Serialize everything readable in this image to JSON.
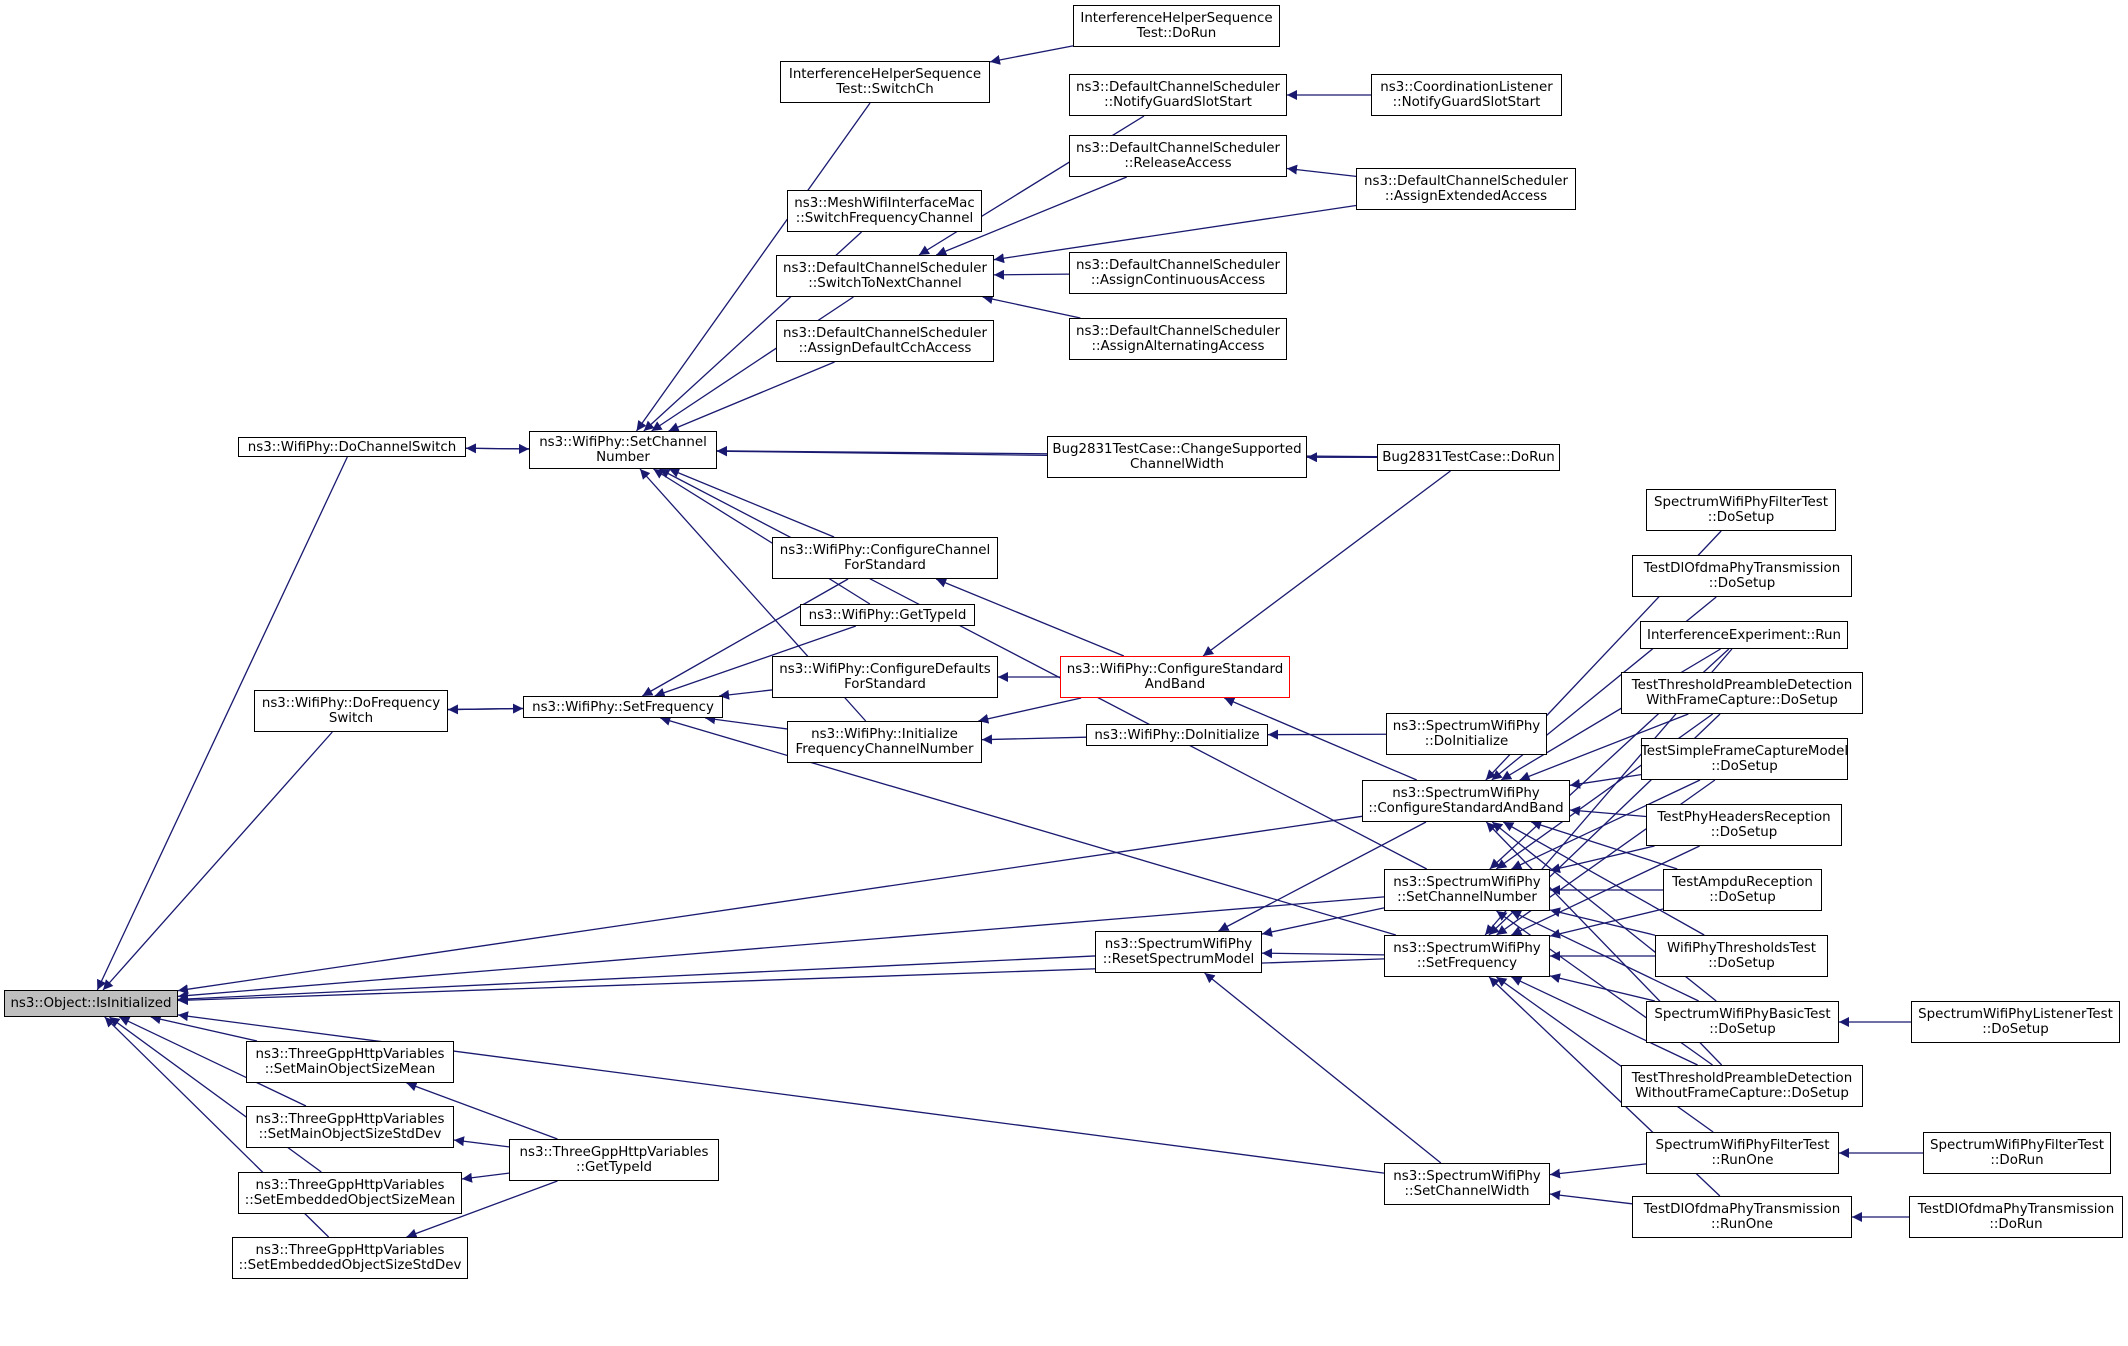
{
  "style": {
    "edge_color": "#191970",
    "root_fill": "#bfbfbf",
    "highlight_border": "#ff0000"
  },
  "nodes": [
    {
      "id": "n0",
      "lines": [
        "ns3::Object::IsInitialized"
      ],
      "kind": "root"
    },
    {
      "id": "n1",
      "lines": [
        "ns3::WifiPhy::DoChannelSwitch"
      ]
    },
    {
      "id": "n2",
      "lines": [
        "ns3::WifiPhy::DoFrequency",
        "Switch"
      ]
    },
    {
      "id": "n3",
      "lines": [
        "ns3::WifiPhy::SetChannel",
        "Number"
      ]
    },
    {
      "id": "n4",
      "lines": [
        "ns3::WifiPhy::SetFrequency"
      ]
    },
    {
      "id": "n5",
      "lines": [
        "InterferenceHelperSequence",
        "Test::SwitchCh"
      ]
    },
    {
      "id": "n6",
      "lines": [
        "InterferenceHelperSequence",
        "Test::DoRun"
      ]
    },
    {
      "id": "n7",
      "lines": [
        "ns3::MeshWifiInterfaceMac",
        "::SwitchFrequencyChannel"
      ]
    },
    {
      "id": "n8",
      "lines": [
        "ns3::DefaultChannelScheduler",
        "::SwitchToNextChannel"
      ]
    },
    {
      "id": "n9",
      "lines": [
        "ns3::DefaultChannelScheduler",
        "::AssignDefaultCchAccess"
      ]
    },
    {
      "id": "n10",
      "lines": [
        "ns3::DefaultChannelScheduler",
        "::NotifyGuardSlotStart"
      ]
    },
    {
      "id": "n11",
      "lines": [
        "ns3::CoordinationListener",
        "::NotifyGuardSlotStart"
      ]
    },
    {
      "id": "n12",
      "lines": [
        "ns3::DefaultChannelScheduler",
        "::ReleaseAccess"
      ]
    },
    {
      "id": "n13",
      "lines": [
        "ns3::DefaultChannelScheduler",
        "::AssignExtendedAccess"
      ]
    },
    {
      "id": "n14",
      "lines": [
        "ns3::DefaultChannelScheduler",
        "::AssignContinuousAccess"
      ]
    },
    {
      "id": "n15",
      "lines": [
        "ns3::DefaultChannelScheduler",
        "::AssignAlternatingAccess"
      ]
    },
    {
      "id": "n16",
      "lines": [
        "Bug2831TestCase::ChangeSupported",
        "ChannelWidth"
      ]
    },
    {
      "id": "n17",
      "lines": [
        "Bug2831TestCase::DoRun"
      ]
    },
    {
      "id": "n18",
      "lines": [
        "ns3::WifiPhy::ConfigureChannel",
        "ForStandard"
      ]
    },
    {
      "id": "n19",
      "lines": [
        "ns3::WifiPhy::GetTypeId"
      ]
    },
    {
      "id": "n20",
      "lines": [
        "ns3::WifiPhy::ConfigureDefaults",
        "ForStandard"
      ]
    },
    {
      "id": "n21",
      "lines": [
        "ns3::WifiPhy::Initialize",
        "FrequencyChannelNumber"
      ]
    },
    {
      "id": "n22",
      "lines": [
        "ns3::WifiPhy::ConfigureStandard",
        "AndBand"
      ],
      "kind": "red"
    },
    {
      "id": "n23",
      "lines": [
        "ns3::WifiPhy::DoInitialize"
      ]
    },
    {
      "id": "n24",
      "lines": [
        "ns3::SpectrumWifiPhy",
        "::DoInitialize"
      ]
    },
    {
      "id": "n25",
      "lines": [
        "ns3::SpectrumWifiPhy",
        "::ConfigureStandardAndBand"
      ]
    },
    {
      "id": "n26",
      "lines": [
        "ns3::SpectrumWifiPhy",
        "::SetChannelNumber"
      ]
    },
    {
      "id": "n27",
      "lines": [
        "ns3::SpectrumWifiPhy",
        "::ResetSpectrumModel"
      ]
    },
    {
      "id": "n28",
      "lines": [
        "ns3::SpectrumWifiPhy",
        "::SetFrequency"
      ]
    },
    {
      "id": "n29",
      "lines": [
        "ns3::SpectrumWifiPhy",
        "::SetChannelWidth"
      ]
    },
    {
      "id": "n30",
      "lines": [
        "SpectrumWifiPhyFilterTest",
        "::DoSetup"
      ]
    },
    {
      "id": "n31",
      "lines": [
        "TestDlOfdmaPhyTransmission",
        "::DoSetup"
      ]
    },
    {
      "id": "n32",
      "lines": [
        "InterferenceExperiment::Run"
      ]
    },
    {
      "id": "n33",
      "lines": [
        "TestThresholdPreambleDetection",
        "WithFrameCapture::DoSetup"
      ]
    },
    {
      "id": "n34",
      "lines": [
        "TestSimpleFrameCaptureModel",
        "::DoSetup"
      ]
    },
    {
      "id": "n35",
      "lines": [
        "TestPhyHeadersReception",
        "::DoSetup"
      ]
    },
    {
      "id": "n36",
      "lines": [
        "TestAmpduReception",
        "::DoSetup"
      ]
    },
    {
      "id": "n37",
      "lines": [
        "WifiPhyThresholdsTest",
        "::DoSetup"
      ]
    },
    {
      "id": "n38",
      "lines": [
        "SpectrumWifiPhyBasicTest",
        "::DoSetup"
      ]
    },
    {
      "id": "n39",
      "lines": [
        "SpectrumWifiPhyListenerTest",
        "::DoSetup"
      ]
    },
    {
      "id": "n40",
      "lines": [
        "TestThresholdPreambleDetection",
        "WithoutFrameCapture::DoSetup"
      ]
    },
    {
      "id": "n41",
      "lines": [
        "SpectrumWifiPhyFilterTest",
        "::RunOne"
      ]
    },
    {
      "id": "n42",
      "lines": [
        "SpectrumWifiPhyFilterTest",
        "::DoRun"
      ]
    },
    {
      "id": "n43",
      "lines": [
        "TestDlOfdmaPhyTransmission",
        "::RunOne"
      ]
    },
    {
      "id": "n44",
      "lines": [
        "TestDlOfdmaPhyTransmission",
        "::DoRun"
      ]
    },
    {
      "id": "n45",
      "lines": [
        "ns3::ThreeGppHttpVariables",
        "::SetMainObjectSizeMean"
      ]
    },
    {
      "id": "n46",
      "lines": [
        "ns3::ThreeGppHttpVariables",
        "::SetMainObjectSizeStdDev"
      ]
    },
    {
      "id": "n47",
      "lines": [
        "ns3::ThreeGppHttpVariables",
        "::SetEmbeddedObjectSizeMean"
      ]
    },
    {
      "id": "n48",
      "lines": [
        "ns3::ThreeGppHttpVariables",
        "::SetEmbeddedObjectSizeStdDev"
      ]
    },
    {
      "id": "n49",
      "lines": [
        "ns3::ThreeGppHttpVariables",
        "::GetTypeId"
      ]
    }
  ],
  "edges": [
    [
      "n0",
      "n1"
    ],
    [
      "n0",
      "n2"
    ],
    [
      "n0",
      "n25"
    ],
    [
      "n0",
      "n26"
    ],
    [
      "n0",
      "n27"
    ],
    [
      "n0",
      "n28"
    ],
    [
      "n0",
      "n29"
    ],
    [
      "n0",
      "n45"
    ],
    [
      "n0",
      "n46"
    ],
    [
      "n0",
      "n47"
    ],
    [
      "n0",
      "n48"
    ],
    [
      "n3",
      "n1"
    ],
    [
      "n1",
      "n3"
    ],
    [
      "n4",
      "n2"
    ],
    [
      "n2",
      "n4"
    ],
    [
      "n3",
      "n5"
    ],
    [
      "n5",
      "n6"
    ],
    [
      "n3",
      "n7"
    ],
    [
      "n3",
      "n8"
    ],
    [
      "n3",
      "n9"
    ],
    [
      "n3",
      "n16"
    ],
    [
      "n3",
      "n17"
    ],
    [
      "n3",
      "n18"
    ],
    [
      "n3",
      "n19"
    ],
    [
      "n3",
      "n21"
    ],
    [
      "n3",
      "n26"
    ],
    [
      "n8",
      "n10"
    ],
    [
      "n8",
      "n12"
    ],
    [
      "n8",
      "n13"
    ],
    [
      "n8",
      "n14"
    ],
    [
      "n8",
      "n15"
    ],
    [
      "n10",
      "n11"
    ],
    [
      "n12",
      "n13"
    ],
    [
      "n16",
      "n17"
    ],
    [
      "n4",
      "n18"
    ],
    [
      "n4",
      "n19"
    ],
    [
      "n4",
      "n20"
    ],
    [
      "n4",
      "n21"
    ],
    [
      "n4",
      "n28"
    ],
    [
      "n18",
      "n22"
    ],
    [
      "n20",
      "n22"
    ],
    [
      "n21",
      "n22"
    ],
    [
      "n21",
      "n23"
    ],
    [
      "n23",
      "n24"
    ],
    [
      "n22",
      "n17"
    ],
    [
      "n22",
      "n25"
    ],
    [
      "n27",
      "n25"
    ],
    [
      "n27",
      "n26"
    ],
    [
      "n27",
      "n28"
    ],
    [
      "n27",
      "n29"
    ],
    [
      "n25",
      "n30"
    ],
    [
      "n25",
      "n31"
    ],
    [
      "n25",
      "n32"
    ],
    [
      "n25",
      "n33"
    ],
    [
      "n25",
      "n34"
    ],
    [
      "n25",
      "n35"
    ],
    [
      "n25",
      "n36"
    ],
    [
      "n25",
      "n37"
    ],
    [
      "n25",
      "n38"
    ],
    [
      "n25",
      "n40"
    ],
    [
      "n26",
      "n32"
    ],
    [
      "n26",
      "n33"
    ],
    [
      "n26",
      "n34"
    ],
    [
      "n26",
      "n35"
    ],
    [
      "n26",
      "n36"
    ],
    [
      "n26",
      "n37"
    ],
    [
      "n26",
      "n38"
    ],
    [
      "n26",
      "n40"
    ],
    [
      "n28",
      "n32"
    ],
    [
      "n28",
      "n33"
    ],
    [
      "n28",
      "n34"
    ],
    [
      "n28",
      "n35"
    ],
    [
      "n28",
      "n36"
    ],
    [
      "n28",
      "n37"
    ],
    [
      "n28",
      "n38"
    ],
    [
      "n28",
      "n40"
    ],
    [
      "n28",
      "n41"
    ],
    [
      "n28",
      "n43"
    ],
    [
      "n29",
      "n41"
    ],
    [
      "n29",
      "n43"
    ],
    [
      "n38",
      "n39"
    ],
    [
      "n41",
      "n42"
    ],
    [
      "n43",
      "n44"
    ],
    [
      "n45",
      "n49"
    ],
    [
      "n46",
      "n49"
    ],
    [
      "n47",
      "n49"
    ],
    [
      "n48",
      "n49"
    ]
  ]
}
